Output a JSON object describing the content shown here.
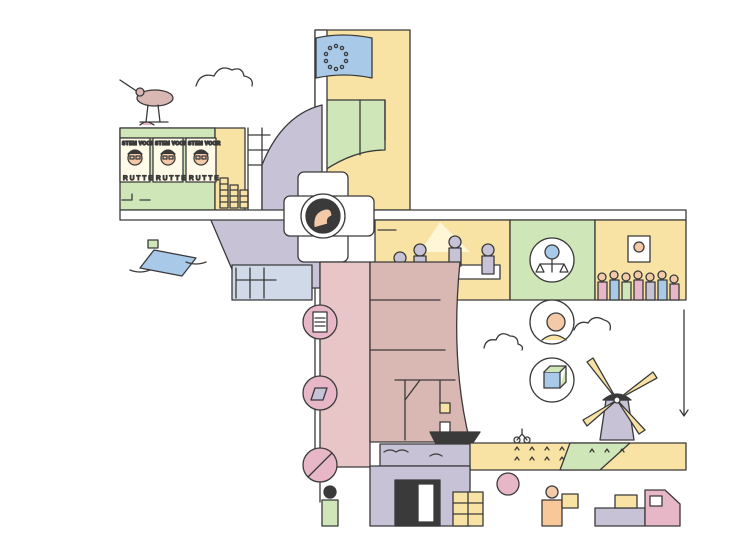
{
  "posters": [
    {
      "top": "STEM VOOR",
      "name": "RUTTE"
    },
    {
      "top": "STEM VOOR",
      "name": "RUTTE"
    },
    {
      "top": "STEM VOOR",
      "name": "RUTTE"
    }
  ],
  "colors": {
    "outline": "#3a3a3a",
    "yellow": "#f9e3a4",
    "green": "#cfe6b8",
    "pink": "#e8b7c7",
    "lavender": "#c7c2d6",
    "blue": "#a9c9e8",
    "mauve": "#d9b7b3"
  },
  "icons": [
    "eu-flag-icon",
    "lion-emblem-icon",
    "calculator-icon",
    "solar-panel-icon",
    "no-entry-sign-icon",
    "scales-of-justice-icon",
    "globe-icon",
    "windmill-icon",
    "cargo-ship-icon",
    "crane-icon",
    "truck-icon",
    "cyclist-icon",
    "bird-icon"
  ]
}
